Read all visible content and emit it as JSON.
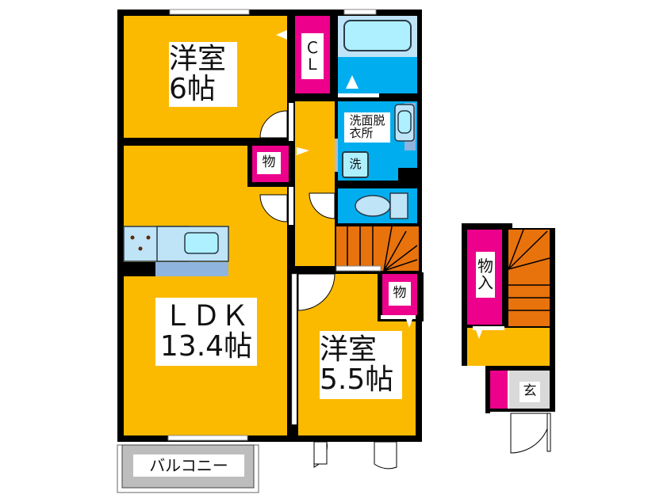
{
  "floorplan": {
    "colors": {
      "wall": "#000000",
      "room": "#fbba00",
      "storage": "#ec008c",
      "wet_area": "#00aeef",
      "fixture_light": "#bfe3f7",
      "fixture_basin": "#aef0ff",
      "stairs": "#e8720c",
      "balcony": "#bdbdbd",
      "entrance": "#d9d9d9",
      "kitchen_counter": "#8fb4dd"
    },
    "rooms": {
      "western_room_1": {
        "name": "洋室",
        "size": "6帖"
      },
      "ldk": {
        "name": "ＬＤＫ",
        "size": "13.4帖"
      },
      "western_room_2": {
        "name": "洋室",
        "size": "5.5帖"
      },
      "closet": {
        "label": "Ｃ\nＬ"
      },
      "storage_1": {
        "label": "物"
      },
      "storage_2": {
        "label": "物"
      },
      "washroom": {
        "label": "洗面脱\n衣所"
      },
      "washer": {
        "label": "洗"
      },
      "balcony": {
        "label": "バルコニー"
      },
      "lower_storage": {
        "label": "物\n入"
      },
      "entrance": {
        "label": "玄"
      }
    }
  }
}
